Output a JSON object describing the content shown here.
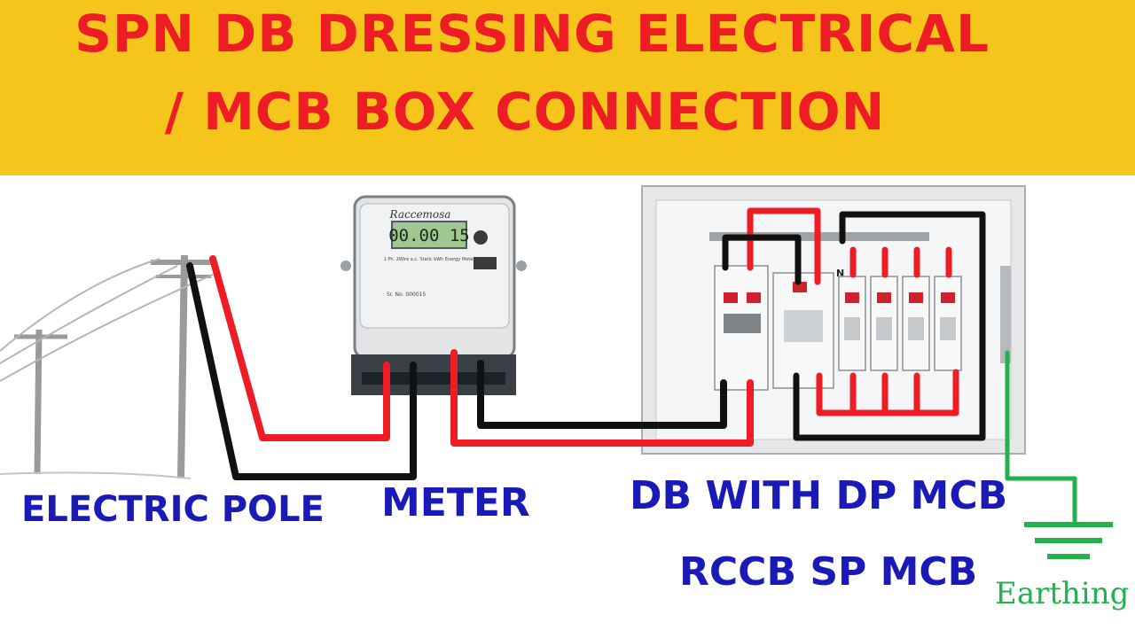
{
  "title": {
    "line1": "SPN DB DRESSING ELECTRICAL",
    "line2": "/ MCB BOX CONNECTION"
  },
  "labels": {
    "electric_pole": "ELECTRIC POLE",
    "meter": "METER",
    "db_line1": "DB WITH DP MCB",
    "db_line2": "RCCB SP MCB",
    "earthing": "Earthing"
  },
  "meter": {
    "brand": "Raccemosa",
    "display": "00.00 15",
    "spec": "1 Ph. 2Wire a.c. Static kWh Energy Meter",
    "serial": "Sr. No. 000015"
  },
  "breaker_tag": "N",
  "colors": {
    "banner": "#f6c51c",
    "title": "#ee1c24",
    "label": "#1a1ab8",
    "earth": "#22b24c",
    "phase_wire": "#ee1c24",
    "neutral_wire": "#111111"
  }
}
